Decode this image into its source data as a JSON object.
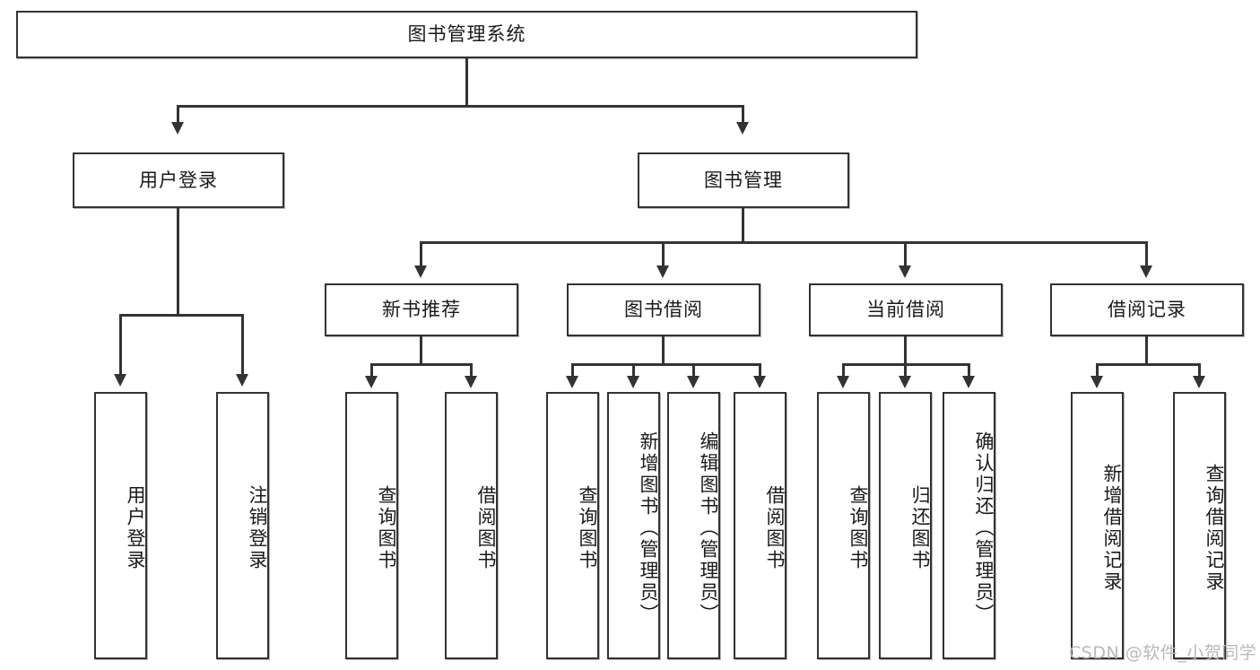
{
  "diagram": {
    "title_node": {
      "label": "图书管理系统"
    },
    "level1": [
      {
        "label": "用户登录"
      },
      {
        "label": "图书管理"
      }
    ],
    "level2": [
      {
        "label": "新书推荐"
      },
      {
        "label": "图书借阅"
      },
      {
        "label": "当前借阅"
      },
      {
        "label": "借阅记录"
      }
    ],
    "leaves": [
      {
        "label": "用户登录"
      },
      {
        "label": "注销登录"
      },
      {
        "label": "查询图书"
      },
      {
        "label": "借阅图书"
      },
      {
        "label": "查询图书"
      },
      {
        "label": "新增图书（管理员）"
      },
      {
        "label": "编辑图书（管理员）"
      },
      {
        "label": "借阅图书"
      },
      {
        "label": "查询图书"
      },
      {
        "label": "归还图书"
      },
      {
        "label": "确认归还（管理员）"
      },
      {
        "label": "新增借阅记录"
      },
      {
        "label": "查询借阅记录"
      }
    ],
    "watermark": "CSDN @软件_小贺同学",
    "colors": {
      "stroke": "#333333",
      "background": "#ffffff",
      "text": "#1a1a1a",
      "watermark": "#b9b9b9"
    }
  }
}
